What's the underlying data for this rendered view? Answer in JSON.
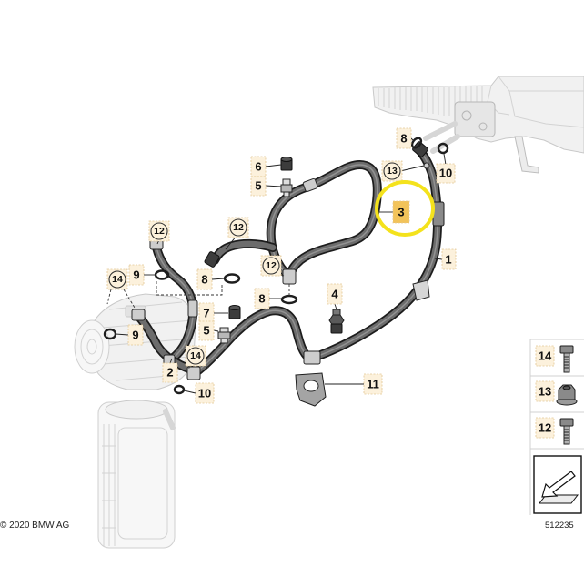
{
  "diagram": {
    "callouts": [
      "8",
      "10",
      "13",
      "3",
      "1",
      "6",
      "5",
      "12",
      "12",
      "12",
      "14",
      "9",
      "8",
      "8",
      "4",
      "7",
      "5",
      "9",
      "14",
      "2",
      "10",
      "11"
    ],
    "legend": [
      {
        "label": "14",
        "icon": "bolt-icon"
      },
      {
        "label": "13",
        "icon": "flange-nut-icon"
      },
      {
        "label": "12",
        "icon": "bolt-icon"
      },
      {
        "icon": "arrow-plate-icon"
      }
    ],
    "footer": {
      "copyright": "© 2020 BMW AG",
      "diagram_number": "512235"
    }
  },
  "colors": {
    "callout_box": "#fcf1dc",
    "callout_border": "#e2c795",
    "selected_box": "#f2c35a",
    "highlight_ring": "#f4e21c",
    "hose": "#6c6c6c"
  }
}
